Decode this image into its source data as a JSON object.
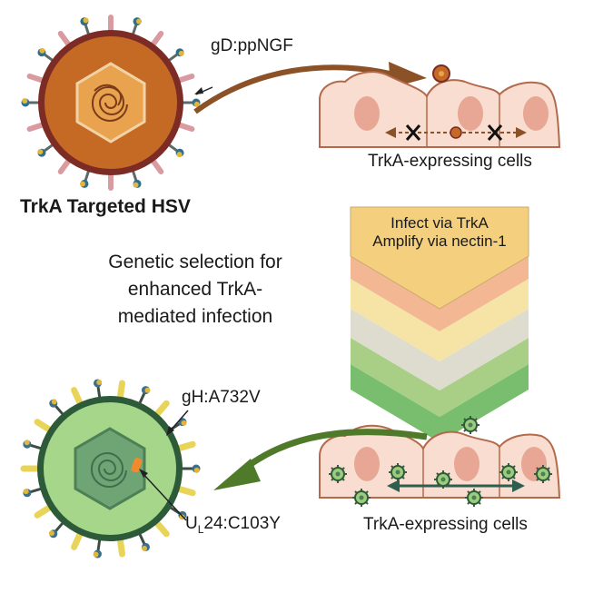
{
  "top_virus": {
    "title": "TrkA Targeted HSV",
    "label": "gD:ppNGF"
  },
  "top_cells": {
    "label": "TrkA-expressing cells"
  },
  "selection": {
    "text": "Genetic selection for enhanced TrkA-mediated infection"
  },
  "chevrons": {
    "line1": "Infect via TrkA",
    "line2": "Amplify via nectin-1",
    "colors": [
      "#f3cf7e",
      "#f3b893",
      "#f5e4a6",
      "#dedcce",
      "#a8cf85",
      "#78be6e"
    ]
  },
  "bottom_cells": {
    "label": "TrkA-expressing cells"
  },
  "bottom_virus": {
    "gh_label": "gH:A732V",
    "ul_prefix": "U",
    "ul_sub": "L",
    "ul_suffix": "24:C103Y"
  },
  "colors": {
    "top_virus_core": "#c56a24",
    "top_virus_rim": "#7c2b25",
    "bottom_virus_core": "#a6d68a",
    "bottom_virus_rim": "#2d5a38",
    "cell_fill": "#f8ddd0",
    "nucleus": "#e8a795",
    "brown_arrow": "#8b5127",
    "green_arrow": "#4f7a2a"
  }
}
